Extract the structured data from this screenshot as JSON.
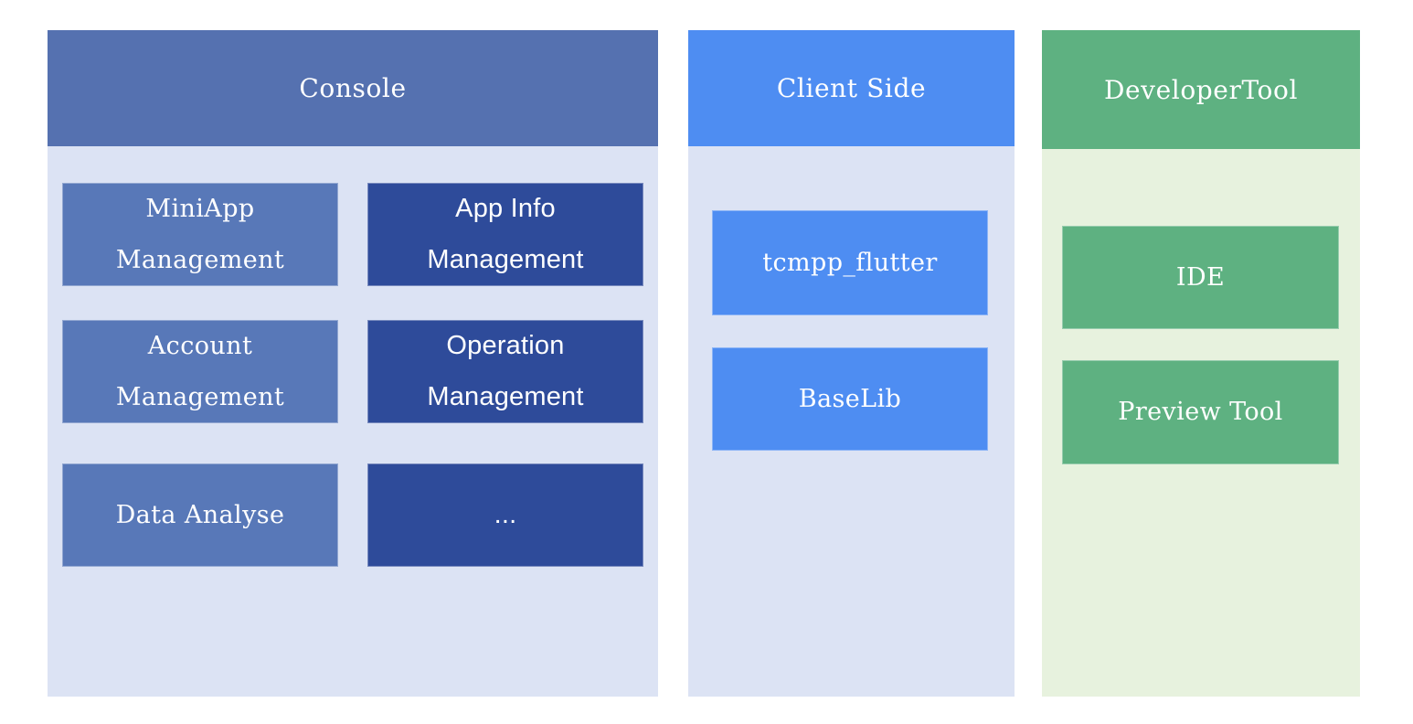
{
  "colors": {
    "console_header": "#5571B0",
    "console_body": "#DCE3F4",
    "console_box_light": "#5878B8",
    "console_box_dark": "#2E4B9A",
    "client_header": "#4E8DF2",
    "client_body": "#DCE3F4",
    "client_box": "#4E8DF2",
    "dev_header": "#5EB181",
    "dev_body": "#E7F2DE",
    "dev_box": "#5EB181",
    "text": "#FFFFFF"
  },
  "columns": [
    {
      "title": "Console",
      "boxes": [
        {
          "label": "MiniApp\nManagement",
          "variant": "light"
        },
        {
          "label": "App Info\nManagement",
          "variant": "dark"
        },
        {
          "label": "Account\nManagement",
          "variant": "light"
        },
        {
          "label": "Operation\nManagement",
          "variant": "dark"
        },
        {
          "label": "Data Analyse",
          "variant": "light"
        },
        {
          "label": "...",
          "variant": "dark"
        }
      ]
    },
    {
      "title": "Client Side",
      "boxes": [
        {
          "label": "tcmpp_flutter"
        },
        {
          "label": "BaseLib"
        }
      ]
    },
    {
      "title": "DeveloperTool",
      "boxes": [
        {
          "label": "IDE"
        },
        {
          "label": "Preview Tool"
        }
      ]
    }
  ]
}
